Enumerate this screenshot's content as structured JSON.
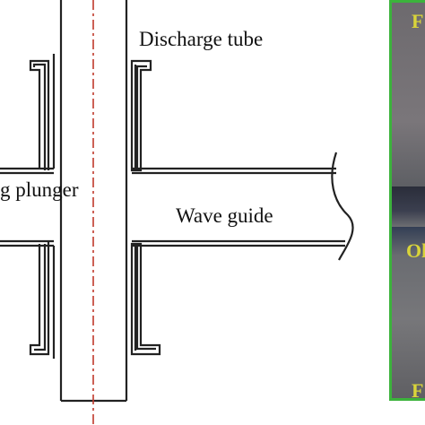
{
  "diagram": {
    "labels": {
      "discharge_tube": "Discharge tube",
      "plunger": "g plunger",
      "wave_guide": "Wave guide"
    }
  },
  "photo_panel": {
    "border_color": "#3cb33c",
    "text_color": "#d9d43a",
    "letters": {
      "top": "F",
      "middle": "Ol",
      "bottom": "F"
    }
  }
}
